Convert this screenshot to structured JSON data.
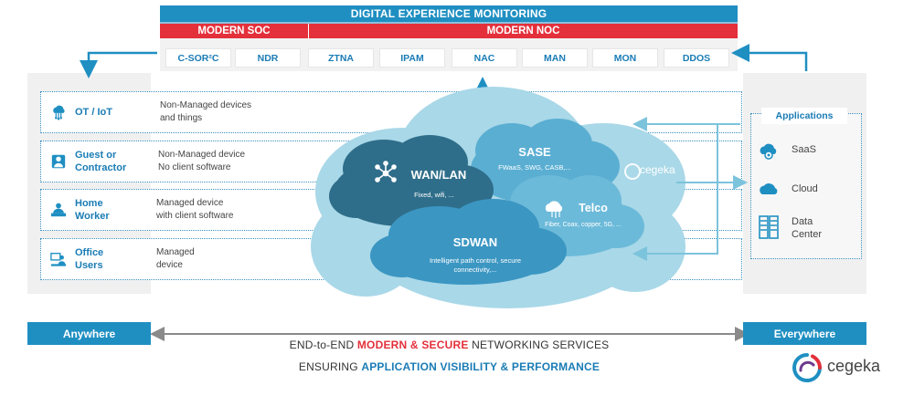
{
  "header": {
    "dem": "DIGITAL EXPERIENCE MONITORING",
    "soc": "MODERN SOC",
    "noc": "MODERN NOC",
    "services": [
      "C-SOR²C",
      "NDR",
      "ZTNA",
      "IPAM",
      "NAC",
      "MAN",
      "MON",
      "DDOS"
    ]
  },
  "rows": [
    {
      "label_1": "OT / IoT",
      "label_2": "",
      "desc_1": "Non-Managed devices",
      "desc_2": "and things",
      "icon": "cloud-network-icon"
    },
    {
      "label_1": "Guest or",
      "label_2": "Contractor",
      "desc_1": "Non-Managed device",
      "desc_2": "No client software",
      "icon": "person-icon"
    },
    {
      "label_1": "Home",
      "label_2": "Worker",
      "desc_1": "Managed device",
      "desc_2": "with client software",
      "icon": "home-worker-icon"
    },
    {
      "label_1": "Office",
      "label_2": "Users",
      "desc_1": "Managed",
      "desc_2": "device",
      "icon": "office-users-icon"
    }
  ],
  "applications": {
    "title": "Applications",
    "items": [
      {
        "label_1": "SaaS",
        "label_2": "",
        "icon": "saas-cloud-gear-icon"
      },
      {
        "label_1": "Cloud",
        "label_2": "",
        "icon": "cloud-icon"
      },
      {
        "label_1": "Data",
        "label_2": "Center",
        "icon": "server-rack-icon"
      }
    ]
  },
  "clouds": {
    "wan": {
      "title": "WAN/LAN",
      "sub": "Fixed, wifi, ..."
    },
    "sase": {
      "title": "SASE",
      "sub": "FWaaS, SWG, CASB,..."
    },
    "telco": {
      "title": "Telco",
      "sub": "Fiber, Coax, copper, 5G, ..."
    },
    "sdwan": {
      "title": "SDWAN",
      "sub_1": "Intelligent path control, secure",
      "sub_2": "connectivity,..."
    },
    "watermark": "cegeka"
  },
  "footer": {
    "anywhere": "Anywhere",
    "everywhere": "Everywhere",
    "line1_a": "END-to-END ",
    "line1_b": "MODERN & SECURE",
    "line1_c": " NETWORKING SERVICES",
    "line2_a": "ENSURING ",
    "line2_b": "APPLICATION VISIBILITY & PERFORMANCE"
  },
  "brand": {
    "name": "cegeka"
  },
  "colors": {
    "blue": "#1f8fc2",
    "red": "#e3303b",
    "cloud_dark": "#2f6e8a",
    "cloud_mid": "#3b96c2",
    "cloud_light": "#a9d8e8"
  }
}
